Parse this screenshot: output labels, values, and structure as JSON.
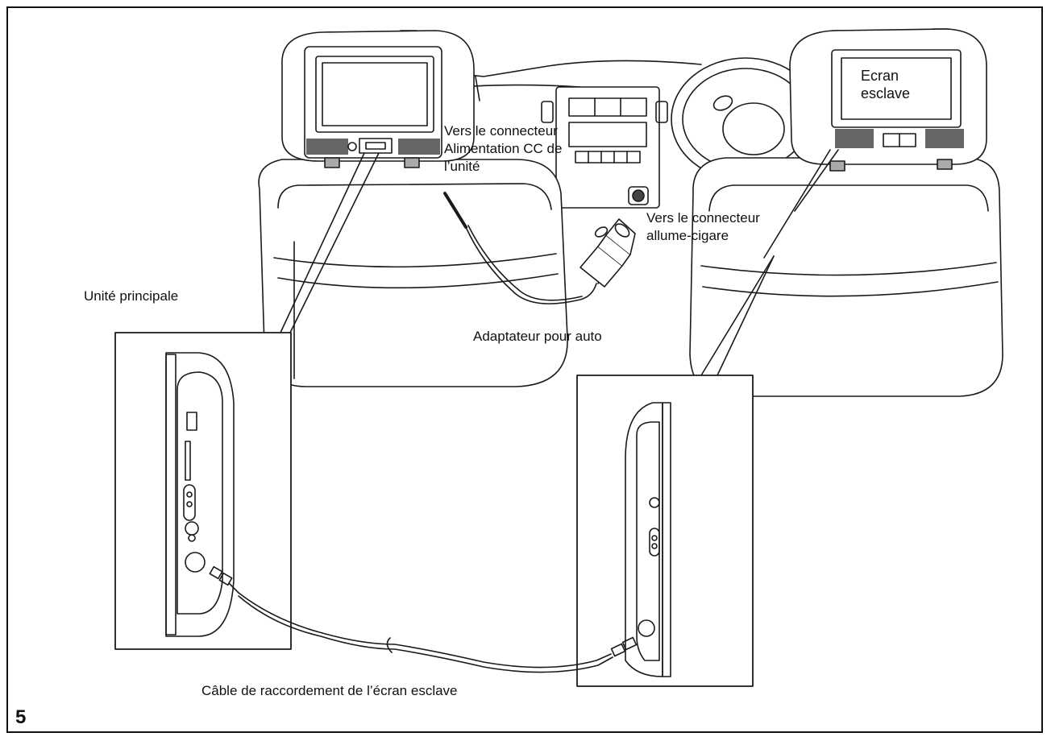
{
  "figure": {
    "number": "5",
    "labels": {
      "main_unit": "Unité principale",
      "dc_connector_line1": "Vers le connecteur",
      "dc_connector_line2": "Alimentation CC de",
      "dc_connector_line3": "l’unité",
      "car_adapter": "Adaptateur pour auto",
      "lighter_line1": "Vers le connecteur",
      "lighter_line2": "allume-cigare",
      "slave_screen_line1": "Ecran",
      "slave_screen_line2": "esclave",
      "cable": "Câble de raccordement de l’écran esclave"
    }
  },
  "colors": {
    "line": "#1a1a1a",
    "fill": "#ffffff",
    "grille": "#555555"
  }
}
